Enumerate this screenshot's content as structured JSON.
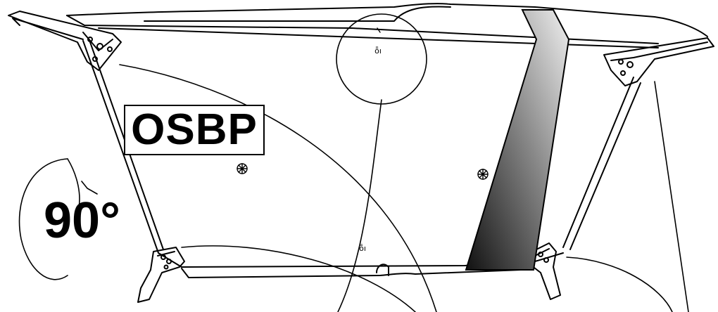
{
  "diagram": {
    "board_label": "OSBP",
    "rotation_label": "90°",
    "screw_marks": [
      "ȭı",
      "ȭı"
    ]
  },
  "colors": {
    "ink": "#000000",
    "paper": "#ffffff",
    "gradient_dark": "#111111",
    "gradient_light": "#f0f0f0"
  },
  "icons": [
    "rotation-arrow-icon",
    "screw-icon",
    "bolt-icon"
  ]
}
